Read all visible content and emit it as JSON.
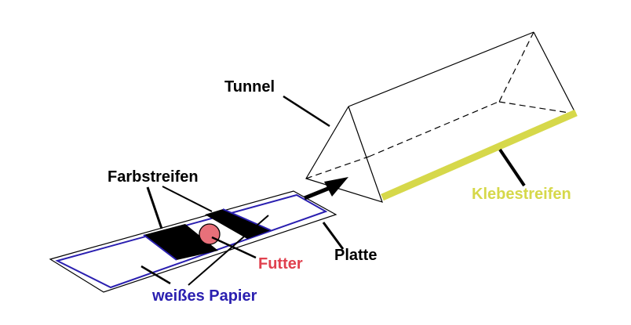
{
  "labels": {
    "tunnel": "Tunnel",
    "farbstreifen": "Farbstreifen",
    "klebestreifen": "Klebestreifen",
    "futter": "Futter",
    "platte": "Platte",
    "papier": "weißes Papier"
  },
  "colors": {
    "outline": "#000000",
    "paper_border": "#2a1fb0",
    "tape": "#d6d84a",
    "food": "#e8707a",
    "futter_text": "#e0404e",
    "papier_text": "#2a1fb0",
    "klebe_text": "#d6d84a"
  }
}
